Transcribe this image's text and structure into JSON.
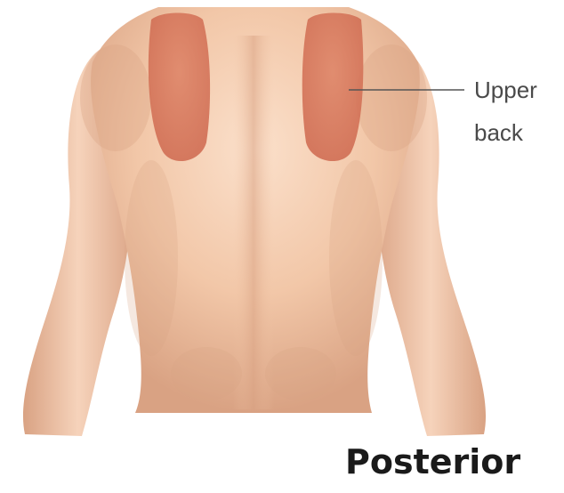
{
  "diagram": {
    "callout": {
      "line1": "Upper",
      "line2": "back"
    },
    "view_label": "Posterior",
    "colors": {
      "skin_base": "#f2c7a8",
      "skin_light": "#fbe0cb",
      "skin_shadow": "#d9a283",
      "highlight_region": "#d9785c",
      "leader_line": "#555555",
      "label_text": "#4a4a4a",
      "view_label_text": "#1a1a1a"
    },
    "icons": {
      "figure": "human-back-illustration"
    }
  }
}
